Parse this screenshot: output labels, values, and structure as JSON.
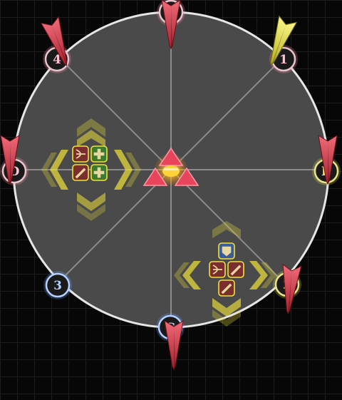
{
  "arena": {
    "floor_color": "#4a4a4a",
    "rim_color": "#e6e6e6",
    "spoke_color": "#8c8c8c",
    "background_color": "#070707",
    "grid_color": "#1d1d1d"
  },
  "boss": {
    "icon": "boss-triangle-icon",
    "colors": [
      "#e8445c",
      "#ffd23a"
    ]
  },
  "markers": [
    {
      "id": "top",
      "label": "4",
      "ring": "#e6c4cc",
      "glow": "#ff8aa0",
      "fill": "#1a1a1a",
      "text": "#ffc4d2"
    },
    {
      "id": "top-right",
      "label": "1",
      "ring": "#e6c4cc",
      "glow": "#ff8aa0",
      "fill": "#1a1a1a",
      "text": "#ffc4d2"
    },
    {
      "id": "right",
      "label": "B",
      "ring": "#e8e48a",
      "glow": "#e8e04a",
      "fill": "#1a1a1a",
      "text": "#ffe96a"
    },
    {
      "id": "bottom-right",
      "label": "2",
      "ring": "#e8e48a",
      "glow": "#e8e04a",
      "fill": "#1a1a1a",
      "text": "#ffe96a"
    },
    {
      "id": "bottom",
      "label": "C",
      "ring": "#b6d0ff",
      "glow": "#6aa0ff",
      "fill": "#1a1a1a",
      "text": "#b6d0ff"
    },
    {
      "id": "bottom-left",
      "label": "3",
      "ring": "#b6d0ff",
      "glow": "#6aa0ff",
      "fill": "#1a1a1a",
      "text": "#b6d0ff"
    },
    {
      "id": "left",
      "label": "D",
      "ring": "#e6c4cc",
      "glow": "#ff8aa0",
      "fill": "#1a1a1a",
      "text": "#ffc4d2"
    },
    {
      "id": "top-left",
      "label": "4",
      "ring": "#e6c4cc",
      "glow": "#ff8aa0",
      "fill": "#1a1a1a",
      "text": "#ffc4d2"
    }
  ],
  "party_groups": [
    {
      "id": "west",
      "roles": [
        "ranged-dps-icon",
        "healer-icon",
        "melee-dps-icon",
        "healer-icon"
      ],
      "highlight": "#f0e23a"
    },
    {
      "id": "southeast",
      "roles": [
        "tank-icon",
        "ranged-dps-icon",
        "melee-dps-icon",
        "melee-dps-icon"
      ],
      "highlight": "#f0e23a"
    }
  ],
  "edge_arrows": [
    {
      "id": "arrow-north",
      "color": "#d84a5a"
    },
    {
      "id": "arrow-northwest",
      "color": "#d84a5a"
    },
    {
      "id": "arrow-northeast",
      "color": "#e8e23a"
    },
    {
      "id": "arrow-west",
      "color": "#d84a5a"
    },
    {
      "id": "arrow-east",
      "color": "#d84a5a"
    },
    {
      "id": "arrow-southeast",
      "color": "#d84a5a"
    },
    {
      "id": "arrow-south",
      "color": "#d84a5a"
    }
  ]
}
